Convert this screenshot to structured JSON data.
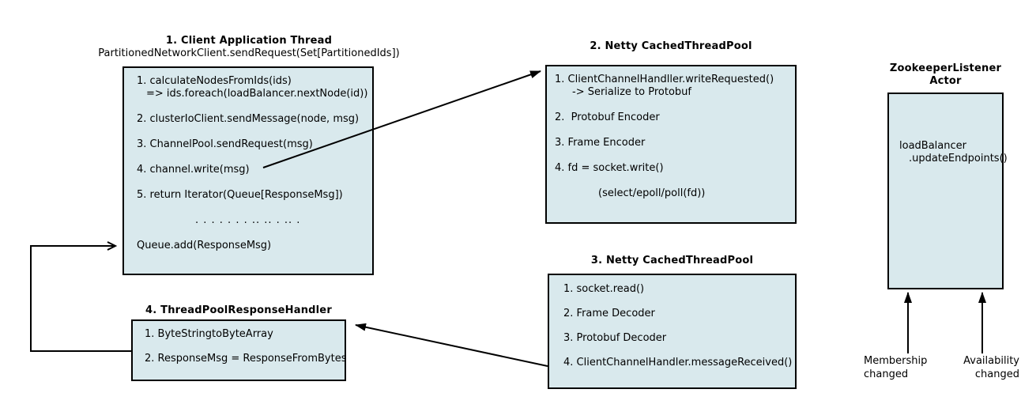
{
  "diagram": {
    "colors": {
      "background": "#ffffff",
      "box_fill": "#d9e9ed",
      "box_border": "#000000",
      "line_color": "#000000"
    },
    "boxes": {
      "client_thread": {
        "title": "1. Client Application Thread",
        "subtitle": "PartitionedNetworkClient.sendRequest(Set[PartitionedIds])",
        "lines": {
          "l1": "1. calculateNodesFromIds(ids)",
          "l1b": "=> ids.foreach(loadBalancer.nextNode(id))",
          "l2": "2. clusterIoClient.sendMessage(node, msg)",
          "l3": "3. ChannelPool.sendRequest(msg)",
          "l4": "4. channel.write(msg)",
          "l5": "5. return Iterator(Queue[ResponseMsg])",
          "dots": ". . . . . . . .. .. . .. .",
          "queue": "Queue.add(ResponseMsg)"
        }
      },
      "netty_out": {
        "title": "2. Netty CachedThreadPool",
        "lines": {
          "l1": "1. ClientChannelHandller.writeRequested()",
          "l1b": "-> Serialize to Protobuf",
          "l2": "2.  Protobuf Encoder",
          "l3": "3. Frame Encoder",
          "l4": "4. fd = socket.write()",
          "l4b": "(select/epoll/poll(fd))"
        }
      },
      "netty_in": {
        "title": "3. Netty CachedThreadPool",
        "lines": {
          "l1": "1. socket.read()",
          "l2": "2. Frame Decoder",
          "l3": "3. Protobuf Decoder",
          "l4": "4. ClientChannelHandler.messageReceived()"
        }
      },
      "response_handler": {
        "title": "4. ThreadPoolResponseHandler",
        "lines": {
          "l1": "1. ByteStringtoByteArray",
          "l2": "2. ResponseMsg = ResponseFromBytes"
        }
      },
      "zookeeper": {
        "title_line1": "ZookeeperListener",
        "title_line2": "Actor",
        "content_line1": "loadBalancer",
        "content_line2": ".updateEndpoints()"
      }
    },
    "event_labels": {
      "membership_line1": "Membership",
      "membership_line2": "changed",
      "availability_line1": "Availability",
      "availability_line2": "changed"
    }
  }
}
